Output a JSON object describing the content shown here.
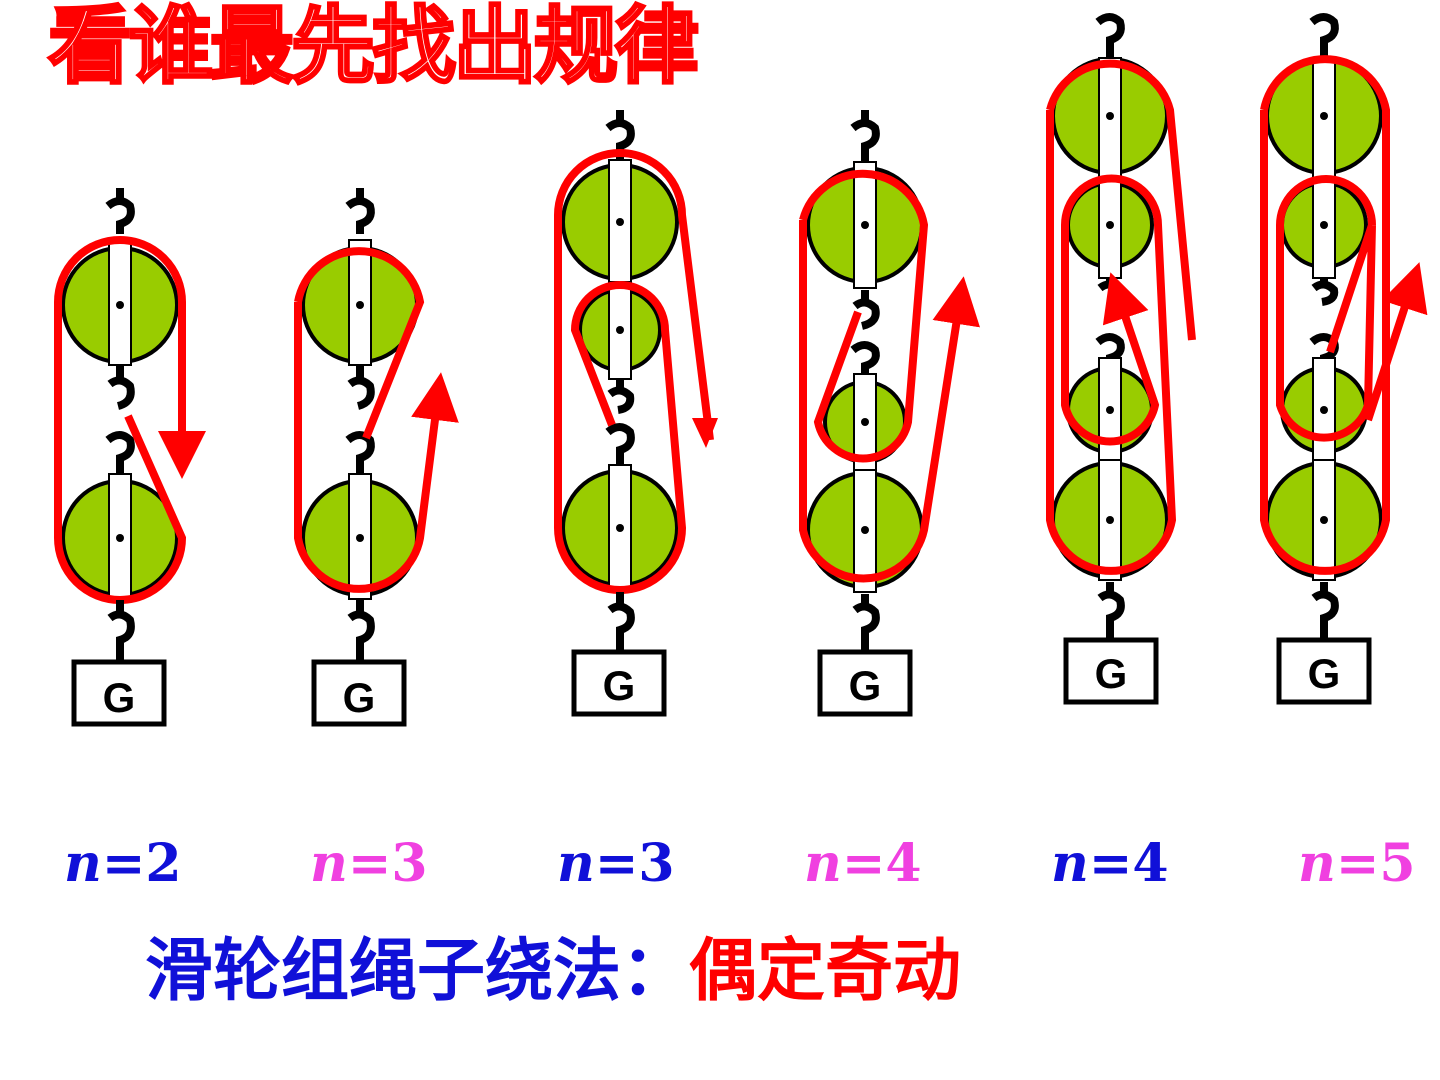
{
  "title": "看谁最先找出规律",
  "weight_label": "G",
  "variable_symbol": "n",
  "labels": [
    {
      "text": "=2",
      "color": "#1010d8"
    },
    {
      "text": "=3",
      "color": "#f040e0"
    },
    {
      "text": "=3",
      "color": "#1010d8"
    },
    {
      "text": "=4",
      "color": "#f040e0"
    },
    {
      "text": "=4",
      "color": "#1010d8"
    },
    {
      "text": "=5",
      "color": "#f040e0"
    }
  ],
  "rule": {
    "prefix": "滑轮组绳子绕法：",
    "highlight": "偶定奇动"
  },
  "colors": {
    "rope": "#ff0000",
    "pulley": "#99cc00",
    "frame": "#000000",
    "label_blue": "#1010d8",
    "label_pink": "#f040e0",
    "rule_blue": "#1010d8",
    "rule_red": "#ff0000"
  },
  "icons": [
    "hook-icon",
    "pulley-icon",
    "arrow-icon",
    "weight-icon"
  ]
}
